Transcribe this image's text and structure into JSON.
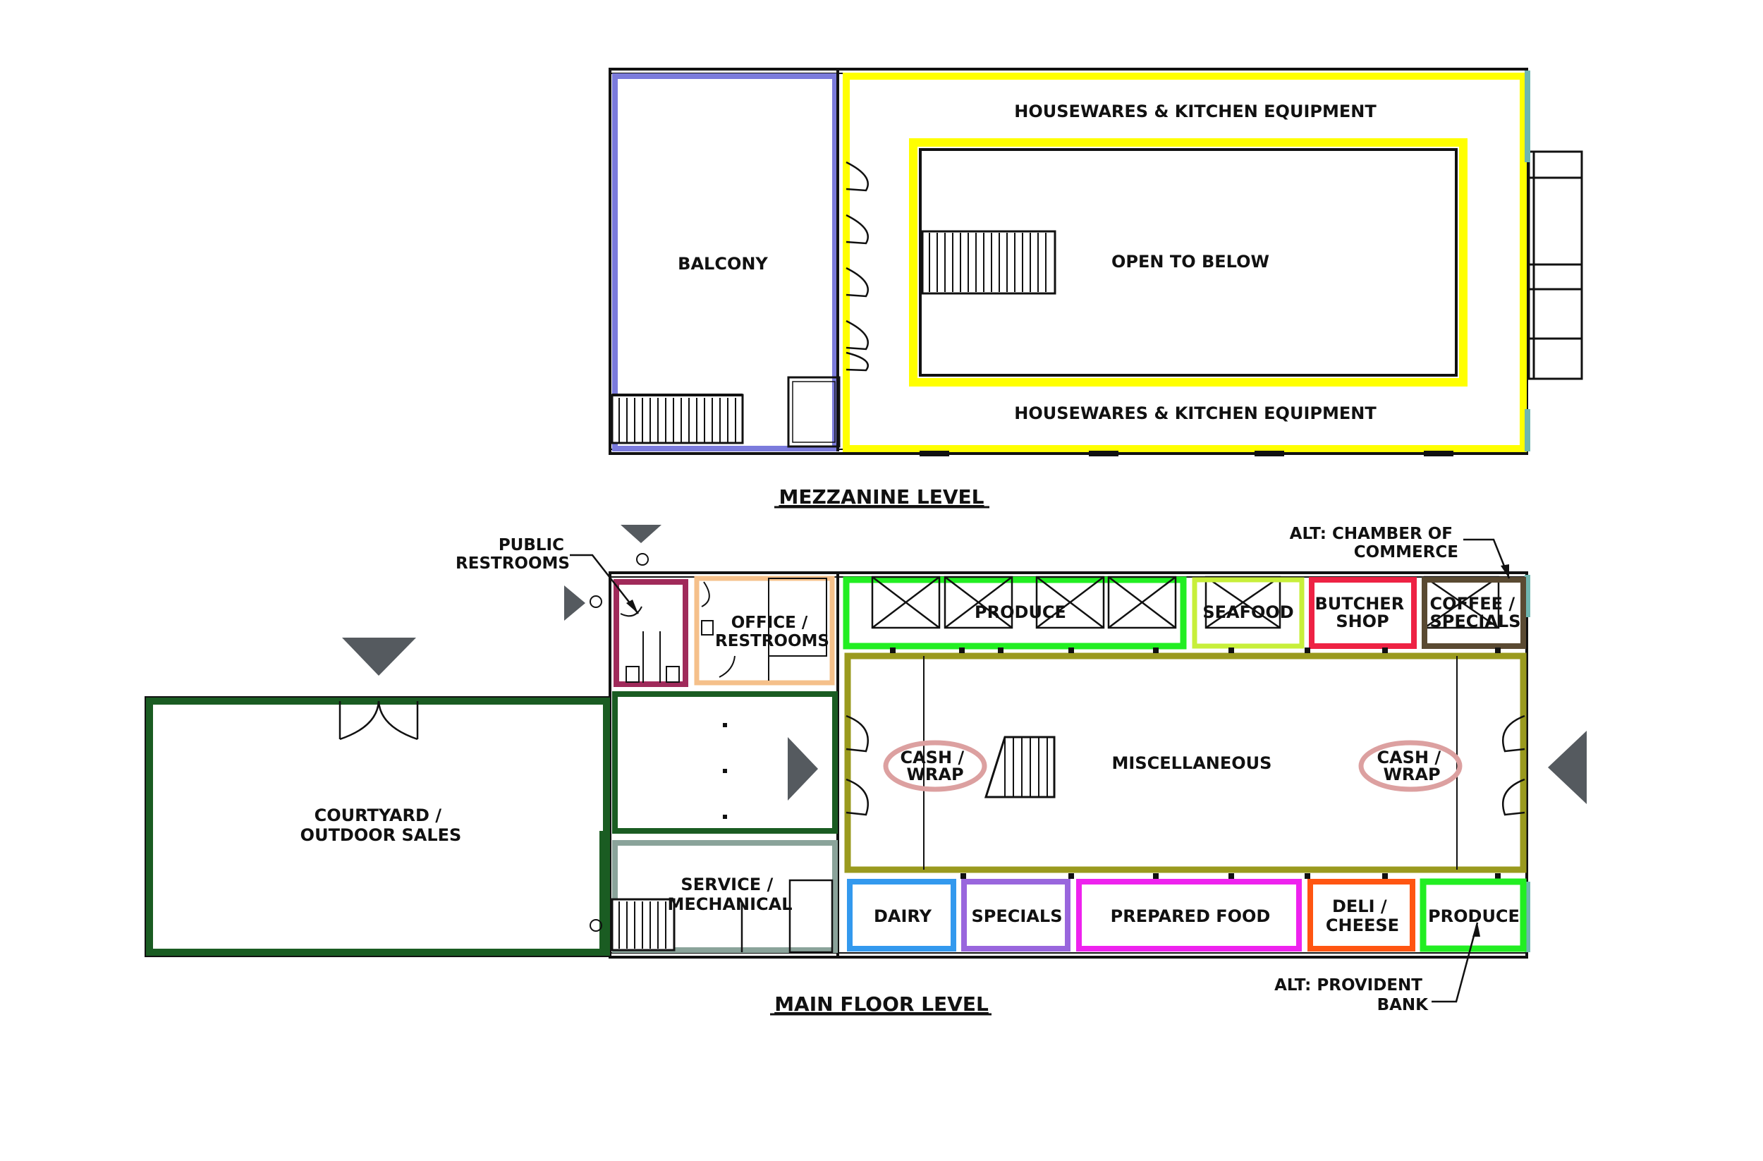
{
  "mezzanine": {
    "title": "MEZZANINE LEVEL",
    "balcony": "BALCONY",
    "housewares_top": "HOUSEWARES & KITCHEN EQUIPMENT",
    "housewares_bottom": "HOUSEWARES & KITCHEN EQUIPMENT",
    "open_to_below": "OPEN TO BELOW"
  },
  "main_floor": {
    "title": "MAIN FLOOR LEVEL",
    "public_restrooms": [
      "PUBLIC",
      "RESTROOMS"
    ],
    "office_restrooms": [
      "OFFICE /",
      "RESTROOMS"
    ],
    "produce_top": "PRODUCE",
    "seafood": "SEAFOOD",
    "butcher_shop": [
      "BUTCHER",
      "SHOP"
    ],
    "coffee_specials": [
      "COFFEE /",
      "SPECIALS"
    ],
    "alt_chamber": [
      "ALT: CHAMBER OF",
      "COMMERCE"
    ],
    "miscellaneous": "MISCELLANEOUS",
    "cash_wrap_left": [
      "CASH /",
      "WRAP"
    ],
    "cash_wrap_right": [
      "CASH /",
      "WRAP"
    ],
    "courtyard": [
      "COURTYARD /",
      "OUTDOOR SALES"
    ],
    "service_mechanical": [
      "SERVICE /",
      "MECHANICAL"
    ],
    "dairy": "DAIRY",
    "specials": "SPECIALS",
    "prepared_food": "PREPARED FOOD",
    "deli_cheese": [
      "DELI /",
      "CHEESE"
    ],
    "produce_bottom": "PRODUCE",
    "alt_provident": [
      "ALT: PROVIDENT",
      "BANK"
    ]
  },
  "icons": [
    "entry-arrow-icon",
    "stair-icon",
    "door-swing-icon",
    "toilet-icon"
  ],
  "colors": {
    "balcony": "#7b7bdc",
    "housewares": "#ffff00",
    "produce": "#22ee22",
    "seafood": "#c7ef3a",
    "butcher": "#ee2244",
    "coffee": "#5a4a32",
    "misc": "#9a9a1e",
    "courtyard": "#1a5c22",
    "service": "#8aa39a",
    "dairy": "#3399ee",
    "specials": "#9966dd",
    "prepared_food": "#ee22ee",
    "deli": "#ff5511",
    "restroom_public": "#a02a5a",
    "office": "#f5c08a",
    "cash_wrap": "#dca0a0",
    "arrow": "#555a5f"
  }
}
